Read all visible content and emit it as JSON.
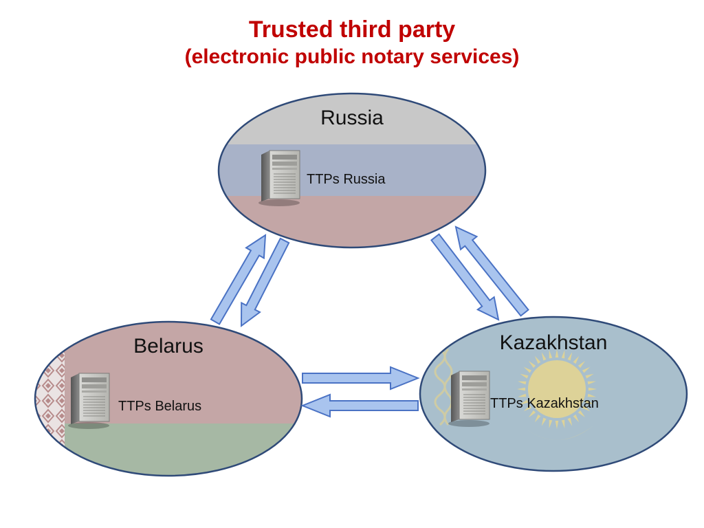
{
  "title": "Trusted third party",
  "subtitle": "(electronic public notary services)",
  "nodes": {
    "russia": {
      "name": "Russia",
      "server_label": "TTPs Russia"
    },
    "belarus": {
      "name": "Belarus",
      "server_label": "TTPs Belarus"
    },
    "kazakhstan": {
      "name": "Kazakhstan",
      "server_label": "TTPs Kazakhstan"
    }
  },
  "colors": {
    "title": "#c00000",
    "ellipse_stroke": "#2f4a78",
    "arrow_fill": "#a9c4ee",
    "arrow_stroke": "#4a72c4",
    "russia_white": "#c8c8c8",
    "russia_blue": "#a8b2c8",
    "russia_red": "#c3a6a6",
    "belarus_red": "#c4a6a6",
    "belarus_green": "#a6b8a4",
    "kazakhstan_blue": "#a9bfcc",
    "kazakhstan_sun": "#e7d68f"
  },
  "icons": {
    "server": "server-tower-icon",
    "arrow": "block-arrow"
  }
}
